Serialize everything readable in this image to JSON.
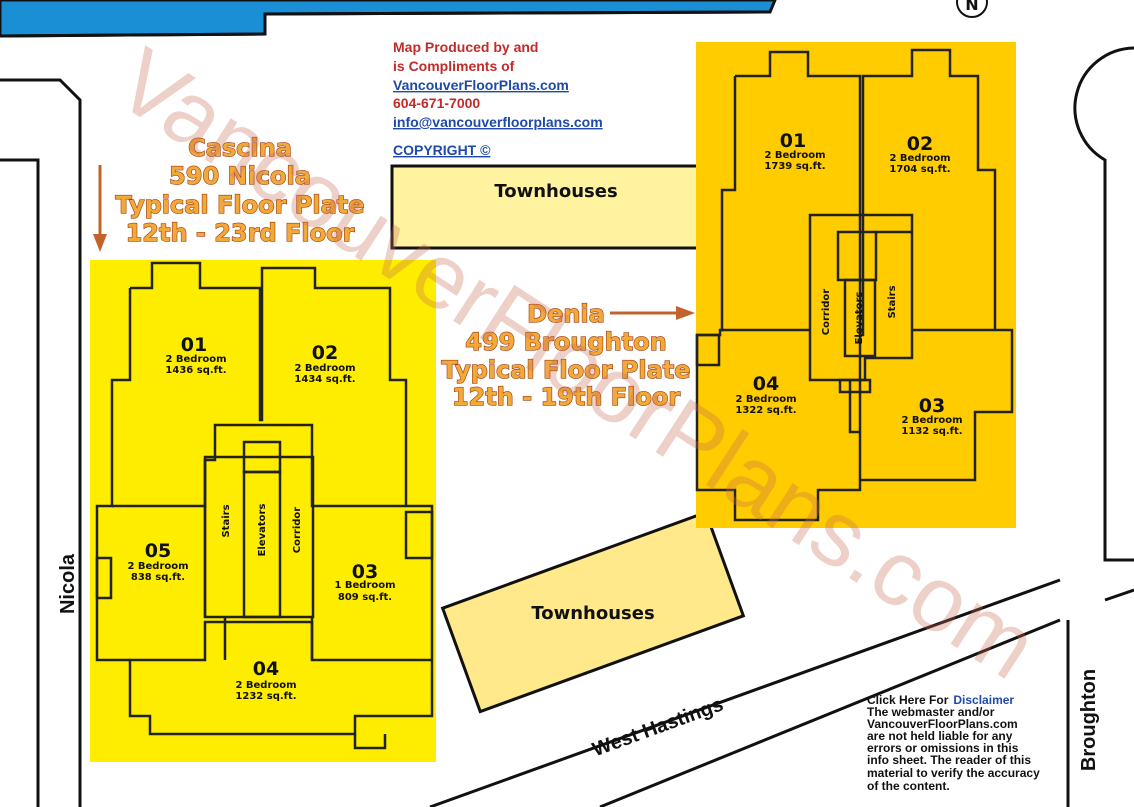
{
  "producer": {
    "line1": "Map Produced by and",
    "line2": "is Compliments of",
    "website": "VancouverFloorPlans.com",
    "phone": "604-671-7000",
    "email": "info@vancouverfloorplans.com",
    "copyright": "COPYRIGHT ©"
  },
  "north_label": "N",
  "watermark": "VancouverFloorPlans.com",
  "cascina": {
    "name": "Cascina",
    "address": "590 Nicola",
    "plate": "Typical Floor Plate",
    "floors": "12th - 23rd Floor",
    "units": [
      {
        "num": "01",
        "beds": "2 Bedroom",
        "size": "1436 sq.ft."
      },
      {
        "num": "02",
        "beds": "2 Bedroom",
        "size": "1434 sq.ft."
      },
      {
        "num": "03",
        "beds": "1 Bedroom",
        "size": "809 sq.ft."
      },
      {
        "num": "04",
        "beds": "2 Bedroom",
        "size": "1232 sq.ft."
      },
      {
        "num": "05",
        "beds": "2 Bedroom",
        "size": "838 sq.ft."
      }
    ],
    "core": {
      "stairs": "Stairs",
      "elevators": "Elevators",
      "corridor": "Corridor"
    }
  },
  "denia": {
    "name": "Denia",
    "address": "499 Broughton",
    "plate": "Typical Floor Plate",
    "floors": "12th - 19th Floor",
    "units": [
      {
        "num": "01",
        "beds": "2 Bedroom",
        "size": "1739 sq.ft."
      },
      {
        "num": "02",
        "beds": "2 Bedroom",
        "size": "1704 sq.ft."
      },
      {
        "num": "03",
        "beds": "2 Bedroom",
        "size": "1132 sq.ft."
      },
      {
        "num": "04",
        "beds": "2 Bedroom",
        "size": "1322 sq.ft."
      }
    ],
    "core": {
      "stairs": "Stairs",
      "elevators": "Elevators",
      "corridor": "Corridor"
    }
  },
  "townhouses": {
    "top": "Townhouses",
    "bottom": "Townhouses"
  },
  "streets": {
    "nicola": "Nicola",
    "west_hastings": "West Hastings",
    "broughton": "Broughton"
  },
  "disclaimer": {
    "prefix": "Click Here For",
    "link": "Disclaimer",
    "lines": [
      "The webmaster and/or",
      "VancouverFloorPlans.com",
      "are not held liable for any",
      "errors or omissions in this",
      "info sheet. The reader of this",
      "material to verify the accuracy",
      "of the content."
    ]
  },
  "colors": {
    "water": "#1a8fd6",
    "cascina_fill": "#ffed00",
    "denia_fill": "#ffcc00",
    "townhouse_top": "#fff3a0",
    "townhouse_bottom": "#ffe98a",
    "producer_text": "#c22b2b",
    "link_text": "#1f4aa8",
    "arrow": "#c4622d"
  }
}
